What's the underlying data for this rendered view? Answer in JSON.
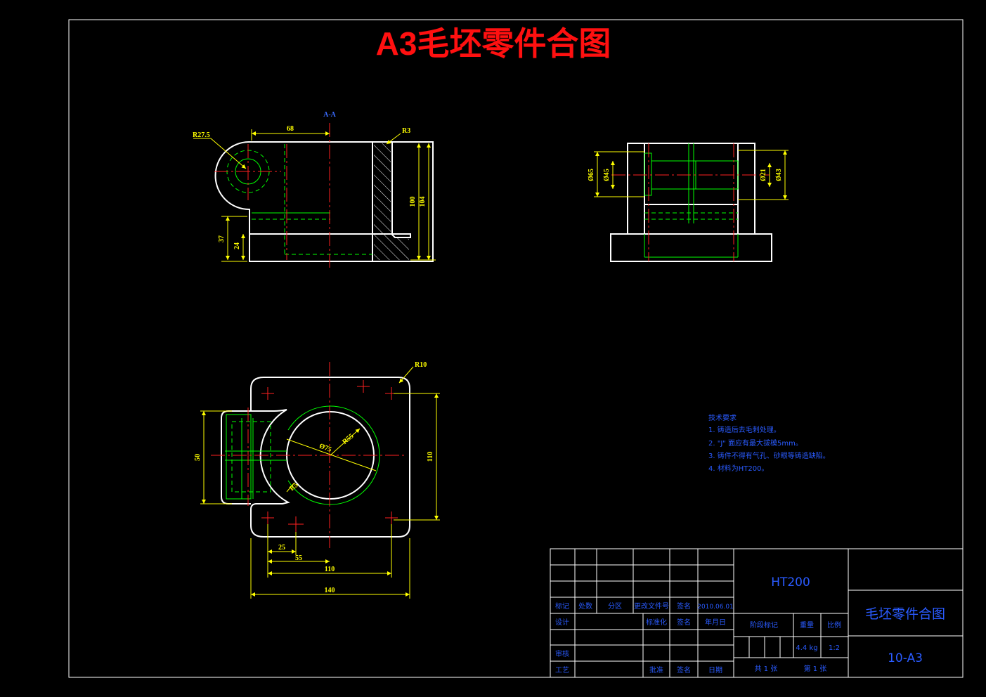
{
  "title": "A3毛坯零件合图",
  "colors": {
    "background": "#000000",
    "outline": "#ffffff",
    "center": "#ff2020",
    "hidden": "#00ff00",
    "dimension": "#ffff00",
    "note": "#2a5bff",
    "titleText": "#ff1010"
  },
  "views": {
    "section": {
      "label": "A-A",
      "dims": {
        "r_boss": "R27.5",
        "width_68": "68",
        "r3": "R3",
        "h100": "100",
        "h104": "104",
        "h37": "37",
        "h24": "24"
      }
    },
    "side": {
      "dims": {
        "d65": "Ø65",
        "d45": "Ø45",
        "d21": "Ø21",
        "d43": "Ø43"
      }
    },
    "top": {
      "dims": {
        "r10": "R10",
        "d75": "Ø75",
        "r55": "R55",
        "r5": "R5",
        "w50": "50",
        "h110": "110",
        "x25": "25",
        "x55": "55",
        "w110": "110",
        "w140": "140"
      }
    }
  },
  "notes": {
    "heading": "技术要求",
    "items": [
      "1. 铸造后去毛刺处理。",
      "2. \"J\" 面应有最大拔模5mm。",
      "3. 铸件不得有气孔、砂眼等铸造缺陷。",
      "4. 材料为HT200。"
    ]
  },
  "titleblock": {
    "material": "HT200",
    "part_name": "毛坯零件合图",
    "drawing_no": "10-A3",
    "row_labels": [
      "标记",
      "处数",
      "分区",
      "更改文件号",
      "签名",
      "2010.06.01"
    ],
    "design": "设计",
    "standardize": "标准化",
    "sign": "签名",
    "date_label": "年月日",
    "review": "审核",
    "process": "工艺",
    "approve": "批准",
    "sign2": "签名",
    "date2": "日期",
    "stage_mark": "阶段标记",
    "weight": "重量",
    "scale": "比例",
    "weight_value": "4.4 kg",
    "scale_value": "1:2",
    "sheets_total": "共 1 张",
    "sheet_no": "第 1 张"
  }
}
